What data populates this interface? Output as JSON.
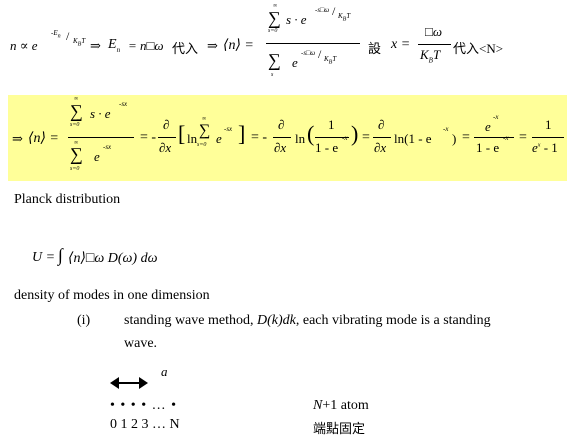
{
  "eq1": {
    "proportional": "n ∝ e",
    "exp_num": "-E",
    "exp_sub": "n",
    "exp_den": "K",
    "exp_den_sub": "B",
    "exp_den_T": "T",
    "arrow": "⇒",
    "en_lhs": "E",
    "en_sub": "n",
    "en_rhs": "= n□ω",
    "substitute_cn": "代入",
    "n_avg": "⟨n⟩ =",
    "sum_top": "∞",
    "sum_bottom": "s=0",
    "num_term": "s · e",
    "num_exp": "-s□ω",
    "kbt": "K",
    "kbt_sub": "B",
    "kbt_T": "T",
    "den_term": "e",
    "den_sub": "s",
    "let_cn": "設",
    "x_eq": "x =",
    "x_num": "□ω",
    "x_den": "K",
    "x_den_sub": "B",
    "x_den_T": "T",
    "sub_into": "代入<N>"
  },
  "eq2": {
    "arrow": "⇒",
    "n_avg": "⟨n⟩ =",
    "sum_top": "∞",
    "sum_bottom": "s=0",
    "num_term": "s · e",
    "num_exp": "-sx",
    "den_term": "e",
    "den_exp": "-sx",
    "minus_sign": "= -",
    "partial": "∂",
    "dx": "∂x",
    "ln": "ln",
    "inner_sum_top": "∞",
    "inner_sum_bottom": "s=0",
    "inner_e": "e",
    "inner_exp": "-sx",
    "eq_minus": "= -",
    "one": "1",
    "one_minus_e": "1 - e",
    "neg_x": "-x",
    "eq_plus": "=",
    "ln_paren": "ln(1 - e",
    "close_paren": ")",
    "eq3": "=",
    "frac_num": "e",
    "frac_num_exp": "-x",
    "frac_den": "1 - e",
    "eq4": "=",
    "final_num": "1",
    "final_den": "e",
    "final_den_exp": "x",
    "final_den_rest": " - 1"
  },
  "planck_heading": "Planck distribution",
  "u_eq": {
    "lhs": "U =",
    "integral": "∫",
    "body": "⟨n⟩□ω D(ω) dω"
  },
  "modes_heading": "density of modes in one dimension",
  "item": {
    "marker": "(i)",
    "line1_a": "standing wave method, ",
    "line1_dk": "D(k)dk",
    "line1_b": ", each vibrating mode is a standing",
    "line2": "wave."
  },
  "diagram": {
    "spacing_label": "a",
    "dots": "•   •   •   •    …   •",
    "indices": "0   1   2   3 …     N",
    "atoms_label_n": "N",
    "atoms_label_rest": "+1 atom",
    "fixed_ends_cn": "端點固定"
  }
}
